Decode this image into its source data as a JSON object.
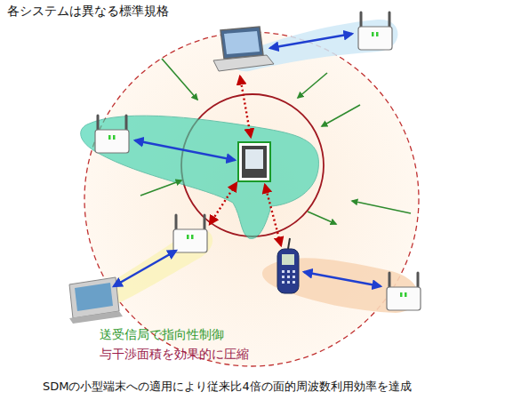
{
  "diagram": {
    "title": "各システムは異なる標準規格",
    "caption": "SDMの小型端末への適用により従来比4倍の面的周波数利用効率を達成",
    "labels": [
      "送受信局で指向性制御",
      "与干渉面積を効果的に圧縮"
    ]
  }
}
